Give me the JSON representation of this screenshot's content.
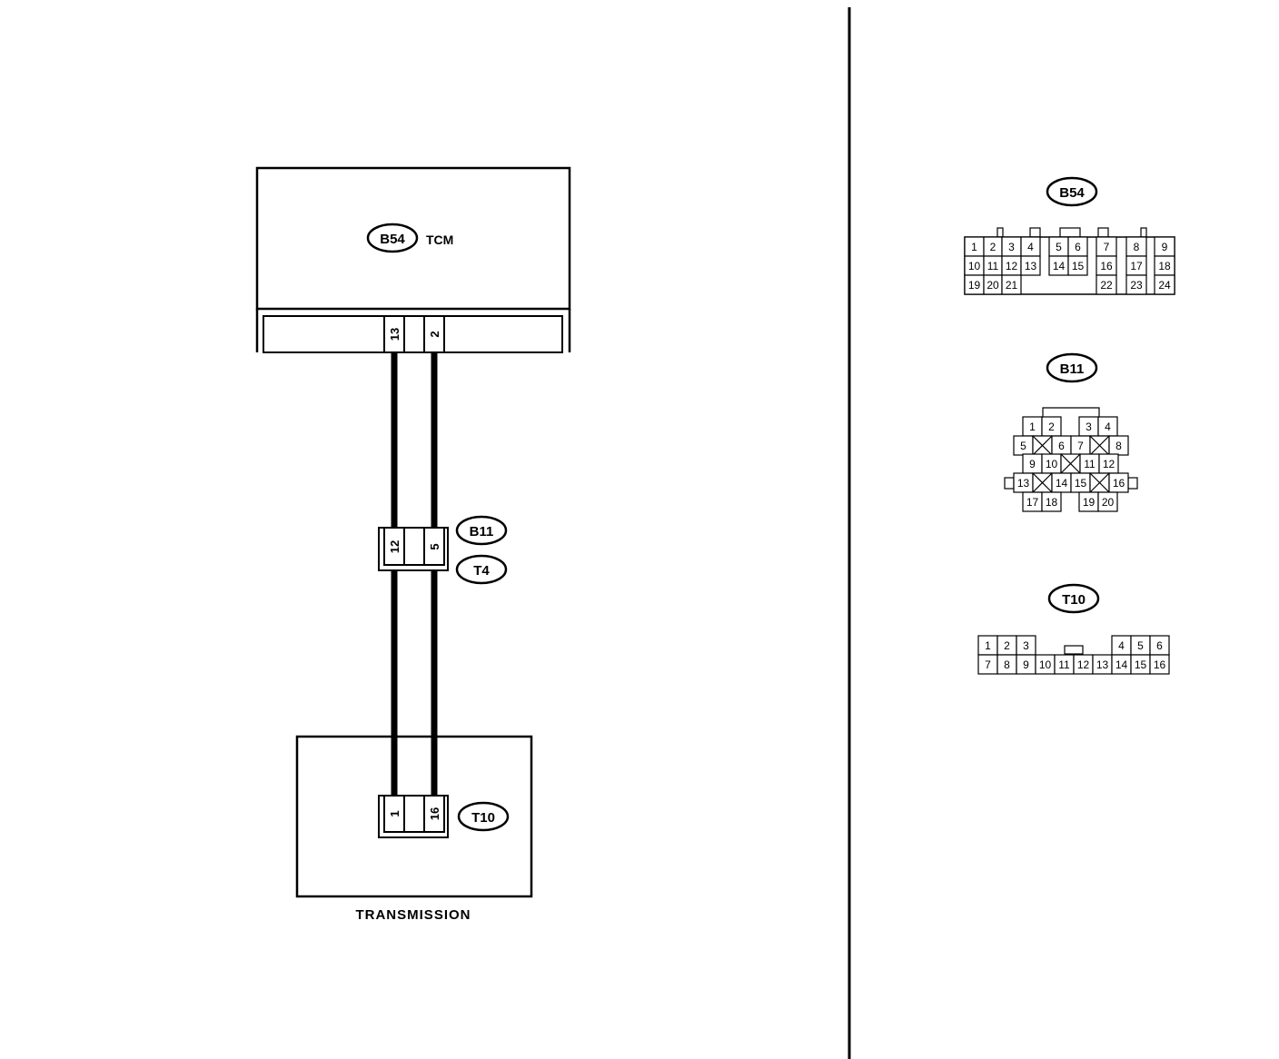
{
  "tcm": {
    "connector": "B54",
    "name": "TCM",
    "pins": [
      "13",
      "2"
    ]
  },
  "joint": {
    "connector_top": "B11",
    "connector_bottom": "T4",
    "pins": [
      "12",
      "5"
    ]
  },
  "transmission": {
    "connector": "T10",
    "name": "TRANSMISSION",
    "pins": [
      "1",
      "16"
    ]
  },
  "colors": {
    "line": "#000000",
    "background": "#ffffff"
  },
  "connector_faces": {
    "b54": {
      "label": "B54",
      "rows": [
        [
          "1",
          "2",
          "3",
          "4",
          "",
          "5",
          "6",
          "",
          "7",
          "",
          "8",
          "",
          "9"
        ],
        [
          "10",
          "11",
          "12",
          "13",
          "",
          "14",
          "15",
          "",
          "16",
          "",
          "17",
          "",
          "18"
        ],
        [
          "19",
          "20",
          "21",
          "",
          "",
          "",
          "",
          "",
          "22",
          "",
          "23",
          "",
          "24"
        ]
      ]
    },
    "b11": {
      "label": "B11",
      "rows": [
        [
          "1",
          "2",
          "",
          "3",
          "4"
        ],
        [
          "5",
          "x",
          "6",
          "7",
          "x",
          "8"
        ],
        [
          "9",
          "10",
          "x",
          "11",
          "12"
        ],
        [
          "13",
          "x",
          "14",
          "15",
          "x",
          "16"
        ],
        [
          "17",
          "18",
          "",
          "19",
          "20"
        ]
      ]
    },
    "t10": {
      "label": "T10",
      "rows": [
        [
          "1",
          "2",
          "3",
          "",
          "",
          "",
          "",
          "4",
          "5",
          "6"
        ],
        [
          "7",
          "8",
          "9",
          "10",
          "11",
          "12",
          "13",
          "14",
          "15",
          "16"
        ]
      ]
    }
  }
}
